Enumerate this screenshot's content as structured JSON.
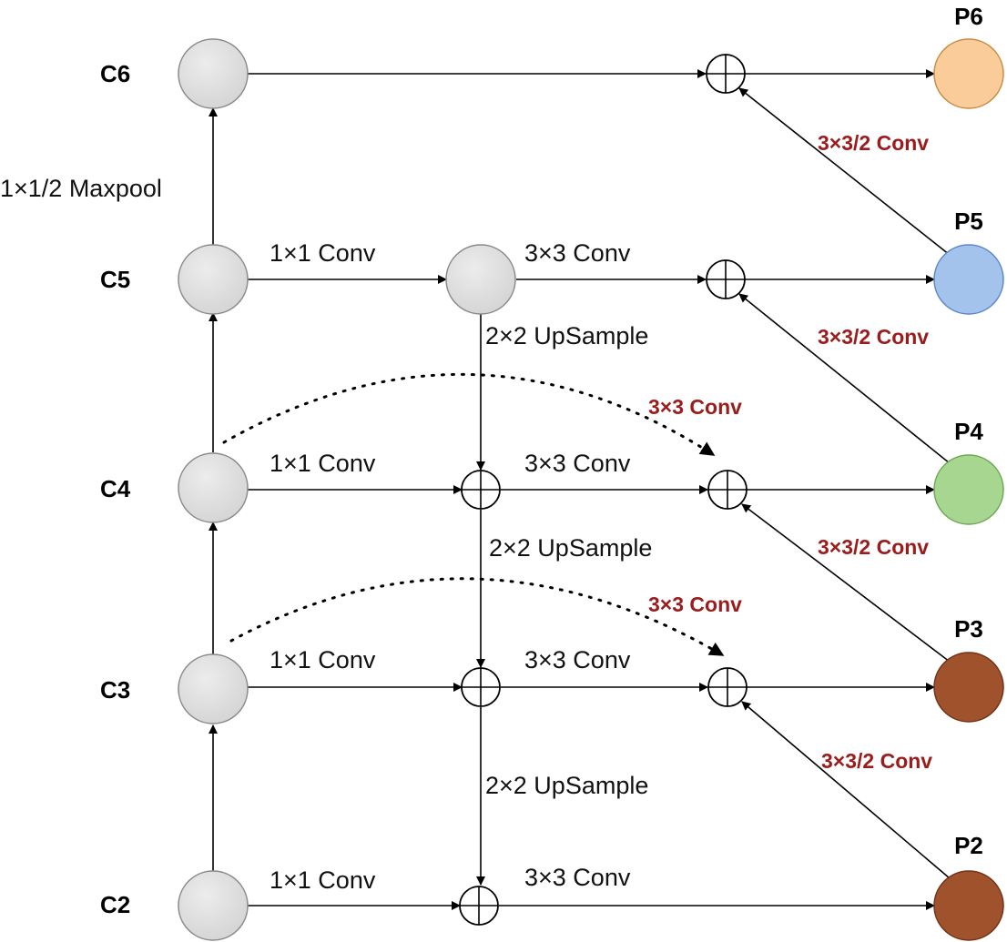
{
  "backbone_nodes": [
    {
      "id": "C6",
      "label": "C6"
    },
    {
      "id": "C5",
      "label": "C5"
    },
    {
      "id": "C4",
      "label": "C4"
    },
    {
      "id": "C3",
      "label": "C3"
    },
    {
      "id": "C2",
      "label": "C2"
    }
  ],
  "pyramid_nodes": [
    {
      "id": "P6",
      "label": "P6",
      "color": "#f9cc9a"
    },
    {
      "id": "P5",
      "label": "P5",
      "color": "#a3c2ec"
    },
    {
      "id": "P4",
      "label": "P4",
      "color": "#a6d68f"
    },
    {
      "id": "P3",
      "label": "P3",
      "color": "#a0522d"
    },
    {
      "id": "P2",
      "label": "P2",
      "color": "#a0522d"
    }
  ],
  "colors": {
    "backbone_fill": "#d4d4d4",
    "accent_red": "#9b1c1c",
    "line": "#000000"
  },
  "labels": {
    "maxpool": "1×1/2 Maxpool",
    "conv1x1_c5": "1×1 Conv",
    "conv1x1_c4": "1×1 Conv",
    "conv1x1_c3": "1×1 Conv",
    "conv1x1_c2": "1×1 Conv",
    "conv3x3_c5": "3×3 Conv",
    "conv3x3_c4": "3×3 Conv",
    "conv3x3_c3": "3×3 Conv",
    "conv3x3_c2": "3×3 Conv",
    "upsample_1": "2×2 UpSample",
    "upsample_2": "2×2 UpSample",
    "upsample_3": "2×2 UpSample",
    "skip_conv_1": "3×3 Conv",
    "skip_conv_2": "3×3 Conv",
    "down_conv_p6": "3×3/2 Conv",
    "down_conv_p5": "3×3/2 Conv",
    "down_conv_p4": "3×3/2 Conv",
    "down_conv_p3": "3×3/2 Conv"
  }
}
